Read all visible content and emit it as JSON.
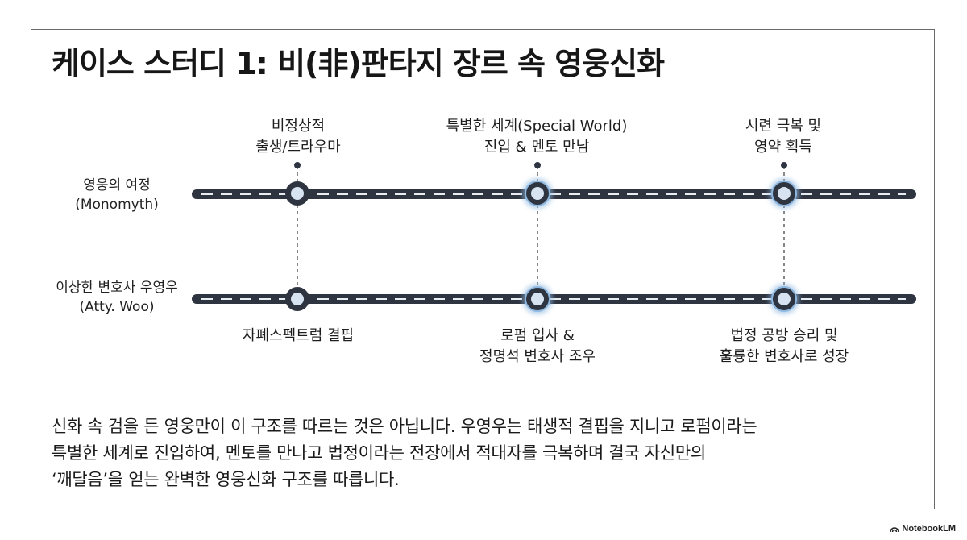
{
  "title": "케이스 스터디 1: 비(非)판타지 장르 속 영웅신화",
  "rows": [
    {
      "label_line1": "영웅의 여정",
      "label_line2": "(Monomyth)"
    },
    {
      "label_line1": "이상한 변호사 우영우",
      "label_line2": "(Atty. Woo)"
    }
  ],
  "top_stages": [
    {
      "line1": "비정상적",
      "line2": "출생/트라우마"
    },
    {
      "line1": "특별한 세계(Special World)",
      "line2": "진입 & 멘토 만남"
    },
    {
      "line1": "시련 극복 및",
      "line2": "영약 획득"
    }
  ],
  "bottom_stages": [
    {
      "line1": "자폐스펙트럼 결핍",
      "line2": ""
    },
    {
      "line1": "로펌 입사 &",
      "line2": "정명석 변호사 조우"
    },
    {
      "line1": "법정 공방 승리 및",
      "line2": "훌륭한 변호사로 성장"
    }
  ],
  "description": [
    "신화 속 검을 든 영웅만이 이 구조를 따르는 것은 아닙니다. 우영우는 태생적 결핍을 지니고 로펌이라는",
    "특별한 세계로 진입하여, 멘토를 만나고 법정이라는 전장에서 적대자를 극복하며 결국 자신만의",
    "‘깨달음’을 얻는 완벽한 영웅신화 구조를 따릅니다."
  ],
  "branding": "NotebookLM",
  "colors": {
    "road": "#2e3440",
    "highlight": "#8fb8e0",
    "node_fill": "#d7e3f1"
  }
}
